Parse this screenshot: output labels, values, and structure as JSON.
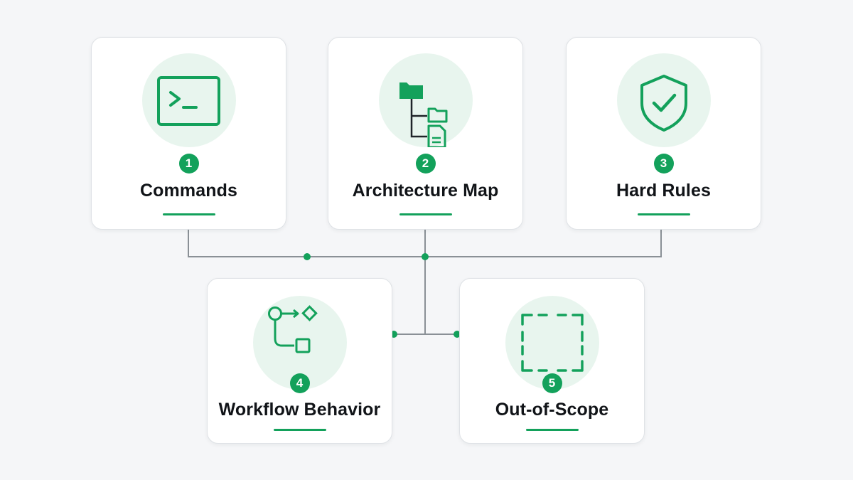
{
  "cards": [
    {
      "number": "1",
      "title": "Commands",
      "icon": "terminal-icon"
    },
    {
      "number": "2",
      "title": "Architecture Map",
      "icon": "folder-tree-icon"
    },
    {
      "number": "3",
      "title": "Hard Rules",
      "icon": "shield-check-icon"
    },
    {
      "number": "4",
      "title": "Workflow Behavior",
      "icon": "workflow-icon"
    },
    {
      "number": "5",
      "title": "Out-of-Scope",
      "icon": "dashed-square-icon"
    }
  ],
  "colors": {
    "accent": "#13a15b",
    "icon_bg": "#e8f5ee",
    "connector": "#8a9096",
    "text": "#111418",
    "background": "#f5f6f8"
  }
}
